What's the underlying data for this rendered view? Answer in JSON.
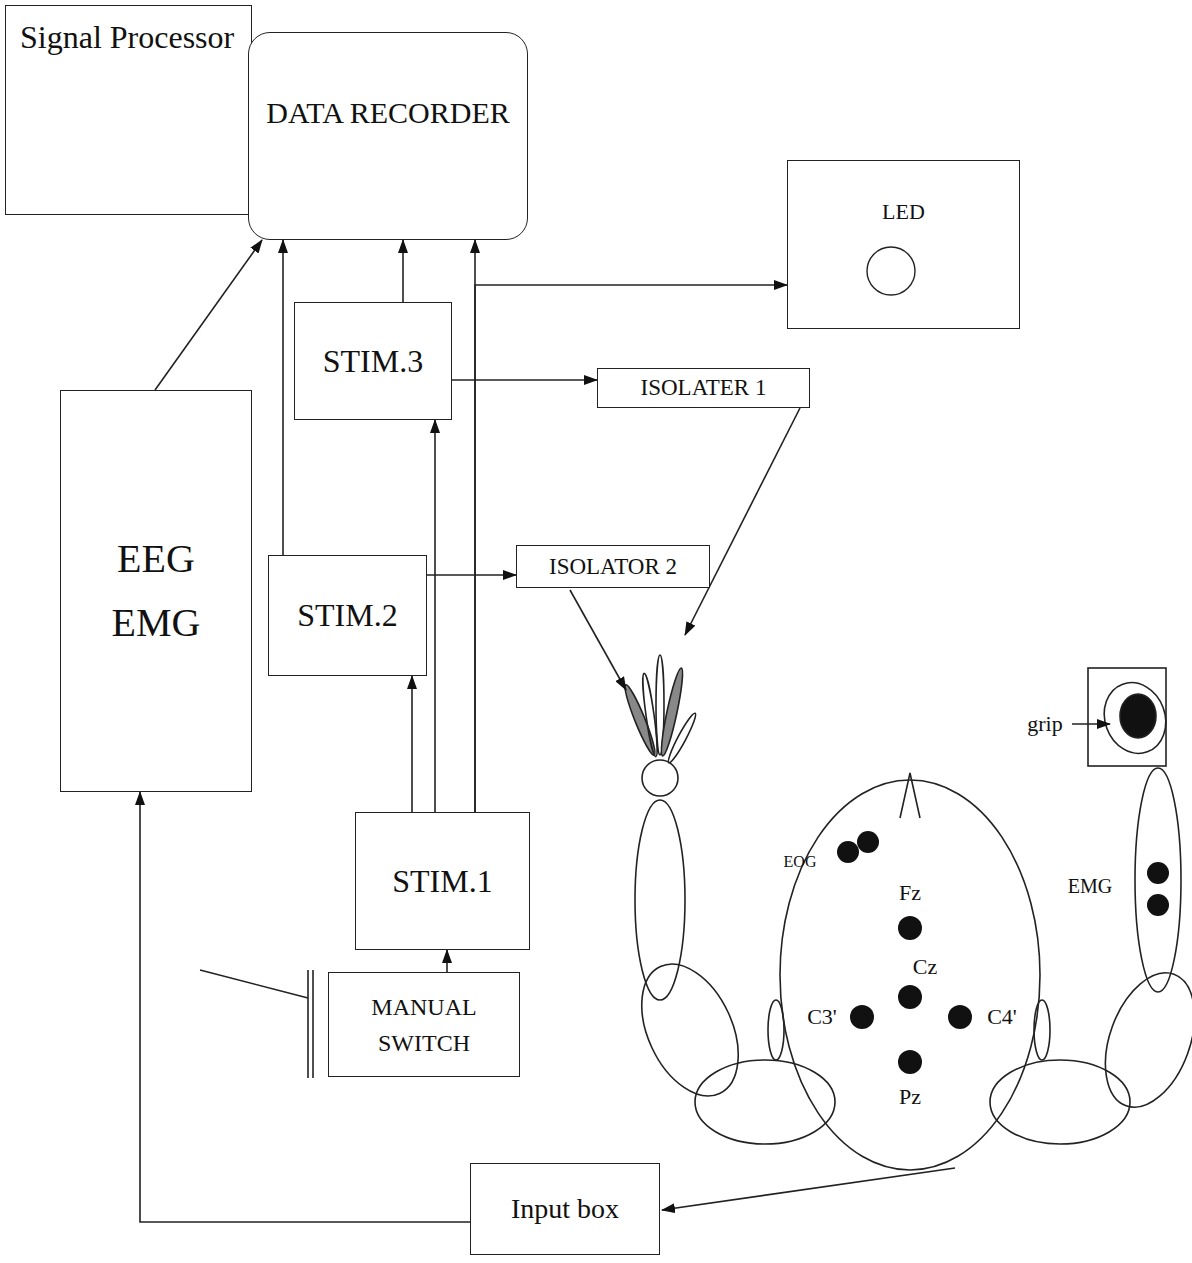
{
  "diagram": {
    "nodes": [
      {
        "text": [
          "Signal Processor"
        ]
      },
      {
        "text": [
          "DATA RECORDER"
        ]
      },
      {
        "text": [
          "LED"
        ]
      },
      {
        "text": [
          "STIM.3"
        ]
      },
      {
        "text": [
          "ISOLATER 1"
        ]
      },
      {
        "text": [
          "EEG EMG"
        ]
      },
      {
        "text": [
          "STIM.2"
        ]
      },
      {
        "text": [
          "ISOLATOR 2"
        ]
      },
      {
        "text": [
          "STIM.1"
        ]
      },
      {
        "text": [
          "MANUAL SWITCH"
        ]
      },
      {
        "text": [
          "Input box"
        ]
      }
    ],
    "edges": [
      {
        "from": 1,
        "to": 0,
        "arrow": "to"
      },
      {
        "from": 5,
        "to": 1,
        "arrow": "to"
      },
      {
        "from": 6,
        "to": 1,
        "arrow": "to"
      },
      {
        "from": 3,
        "to": 1,
        "arrow": "to"
      },
      {
        "from": 8,
        "to": 1,
        "arrow": "to"
      },
      {
        "from": 8,
        "to": 2,
        "arrow": "to"
      },
      {
        "from": 8,
        "to": 3,
        "arrow": "to"
      },
      {
        "from": 8,
        "to": 6,
        "arrow": "to"
      },
      {
        "from": 3,
        "to": 4,
        "arrow": "to"
      },
      {
        "from": 6,
        "to": 7,
        "arrow": "to"
      },
      {
        "from": 9,
        "to": 8,
        "arrow": "to"
      },
      {
        "from": 10,
        "to": 5,
        "arrow": "to"
      }
    ],
    "labels": [
      "EOG",
      "Fz",
      "Cz",
      "C3'",
      "C4'",
      "Pz",
      "EMG",
      "grip"
    ]
  }
}
